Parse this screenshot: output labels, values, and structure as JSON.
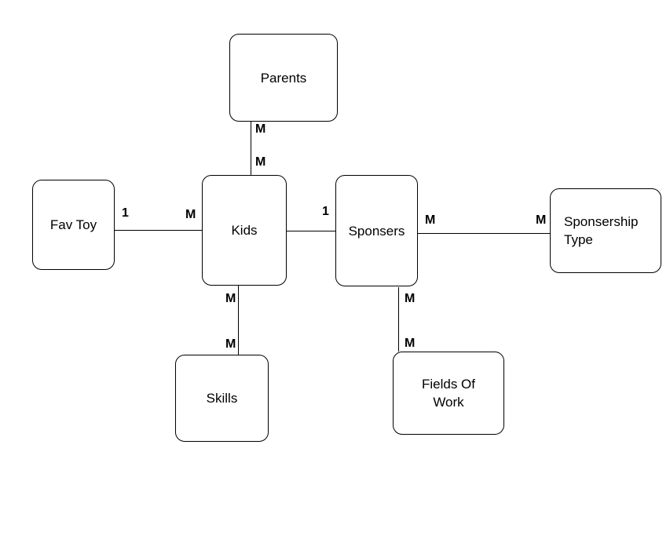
{
  "diagram": {
    "type": "entity-relationship",
    "background_color": "#ffffff",
    "stroke_color": "#000000",
    "text_color": "#000000",
    "entities": [
      {
        "id": "parents",
        "label": "Parents"
      },
      {
        "id": "fav-toy",
        "label": "Fav Toy"
      },
      {
        "id": "kids",
        "label": "Kids"
      },
      {
        "id": "sponsers",
        "label": "Sponsers"
      },
      {
        "id": "sponsership-type",
        "label": "Sponsership Type"
      },
      {
        "id": "skills",
        "label": "Skills"
      },
      {
        "id": "fields-of-work",
        "label": "Fields Of Work"
      }
    ],
    "relationships": [
      {
        "from": "Parents",
        "to": "Kids",
        "from_card": "M",
        "to_card": "M"
      },
      {
        "from": "Fav Toy",
        "to": "Kids",
        "from_card": "1",
        "to_card": "M"
      },
      {
        "from": "Kids",
        "to": "Sponsers",
        "to_card": "1"
      },
      {
        "from": "Sponsers",
        "to": "Sponsership Type",
        "from_card": "M",
        "to_card": "M"
      },
      {
        "from": "Kids",
        "to": "Skills",
        "from_card": "M",
        "to_card": "M"
      },
      {
        "from": "Sponsers",
        "to": "Fields Of Work",
        "from_card": "M",
        "to_card": "M"
      }
    ]
  }
}
